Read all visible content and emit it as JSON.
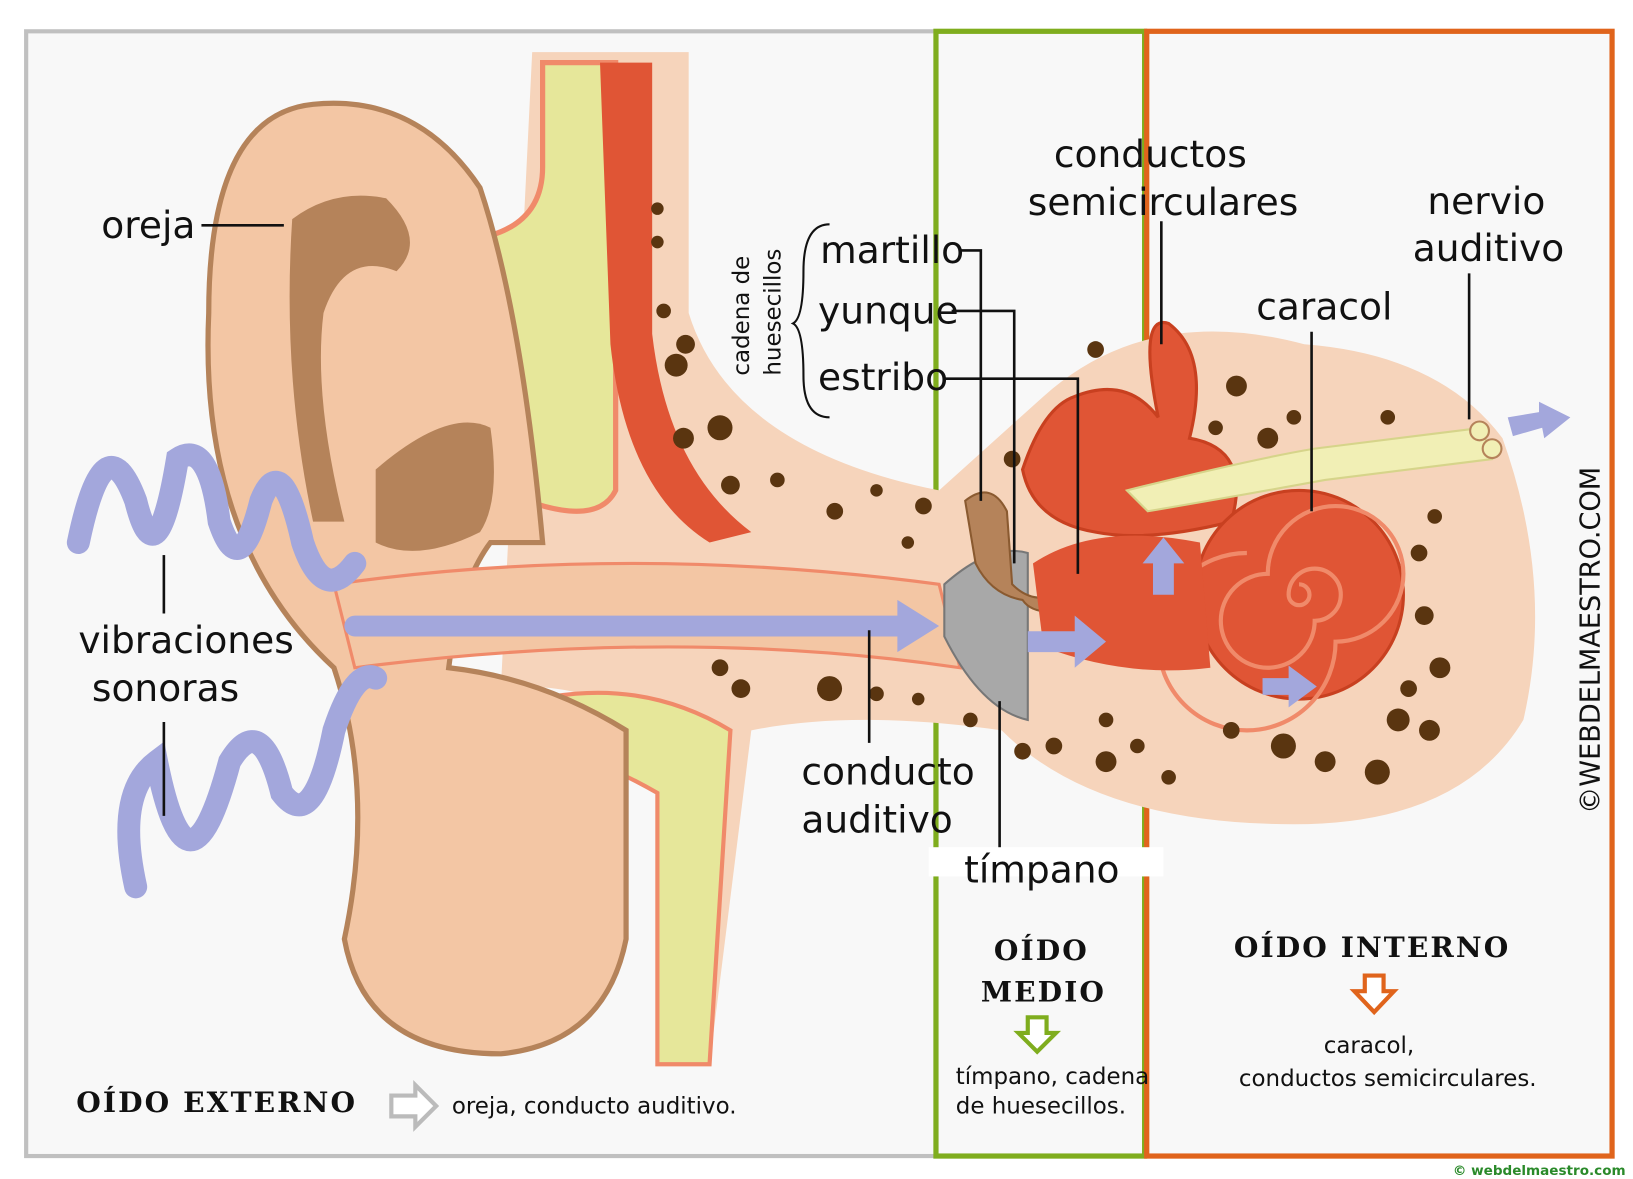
{
  "labels": {
    "oreja": "oreja",
    "vibraciones_1": "vibraciones",
    "vibraciones_2": "sonoras",
    "cadena_1": "cadena de",
    "cadena_2": "huesecillos",
    "martillo": "martillo",
    "yunque": "yunque",
    "estribo": "estribo",
    "conductos_1": "conductos",
    "conductos_2": "semicirculares",
    "caracol": "caracol",
    "nervio_1": "nervio",
    "nervio_2": "auditivo",
    "conducto_1": "conducto",
    "conducto_2": "auditivo",
    "timpano": "tímpano"
  },
  "sections": {
    "externo": {
      "title": "OÍDO EXTERNO",
      "desc": "oreja, conducto auditivo.",
      "color": "#bbbbbb"
    },
    "medio": {
      "title_1": "OÍDO",
      "title_2": "MEDIO",
      "desc_1": "tímpano, cadena",
      "desc_2": "de huesecillos.",
      "color": "#7fad1e"
    },
    "interno": {
      "title": "OÍDO INTERNO",
      "desc_1": "caracol,",
      "desc_2": "conductos semicirculares.",
      "color": "#e0641c"
    }
  },
  "watermark": "©WEBDELMAESTRO.COM",
  "copyright": "© webdelmaestro.com",
  "colors": {
    "skin": "#f3c6a4",
    "ear_dark": "#b5835a",
    "bone": "#e6e79a",
    "red": "#e05535",
    "wave": "#a3a7dc",
    "spot": "#5a3510"
  }
}
